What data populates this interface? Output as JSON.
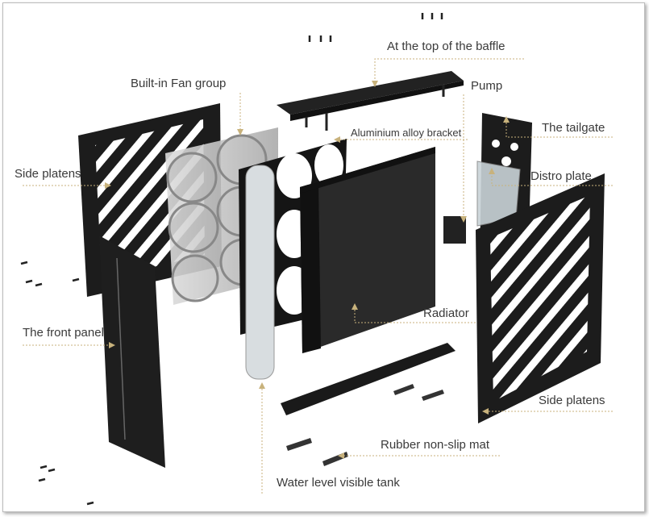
{
  "title": "Exploded view of case components",
  "labels": {
    "top_baffle": "At the top of the baffle",
    "fan_group": "Built-in Fan group",
    "pump": "Pump",
    "tailgate": "The tailgate",
    "bracket": "Aluminium alloy bracket",
    "side_left": "Side platens",
    "distro": "Distro plate",
    "front_panel": "The front panel",
    "radiator": "Radiator",
    "side_right": "Side platens",
    "mat": "Rubber non-slip mat",
    "tank": "Water level visible tank"
  },
  "colors": {
    "leader": "#c8b27c",
    "panel": "#1c1c1c",
    "text": "#3a3a3a"
  }
}
